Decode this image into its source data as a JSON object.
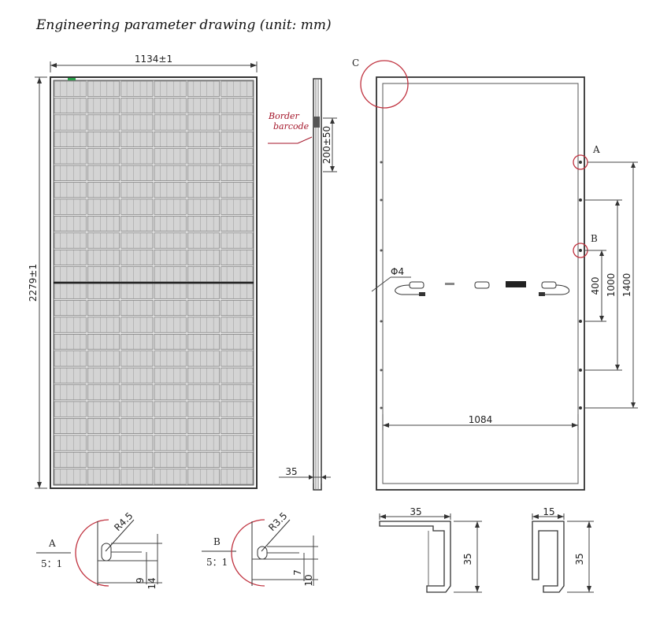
{
  "title": "Engineering parameter drawing (unit: mm)",
  "front_view": {
    "width_label": "1134±1",
    "height_label": "2279±1"
  },
  "side_view": {
    "callout_line1": "Border",
    "callout_line2": "barcode",
    "cable_label": "200±50",
    "thickness_label": "35"
  },
  "back_view": {
    "corner_label": "C",
    "hole_a_label": "A",
    "hole_b_label": "B",
    "hole_dia_label": "Φ4",
    "width_label": "1084",
    "dim_400": "400",
    "dim_1000": "1000",
    "dim_1400": "1400"
  },
  "details": {
    "a": {
      "title": "A",
      "scale": "5：1",
      "radius": "R4.5",
      "dim1": "9",
      "dim2": "14"
    },
    "b": {
      "title": "B",
      "scale": "5：1",
      "radius": "R3.5",
      "dim1": "7",
      "dim2": "10"
    },
    "frame1": {
      "top": "35",
      "side": "35"
    },
    "frame2": {
      "top": "15",
      "side": "35"
    }
  },
  "colors": {
    "highlight": "#c0323f",
    "line": "#333333"
  }
}
